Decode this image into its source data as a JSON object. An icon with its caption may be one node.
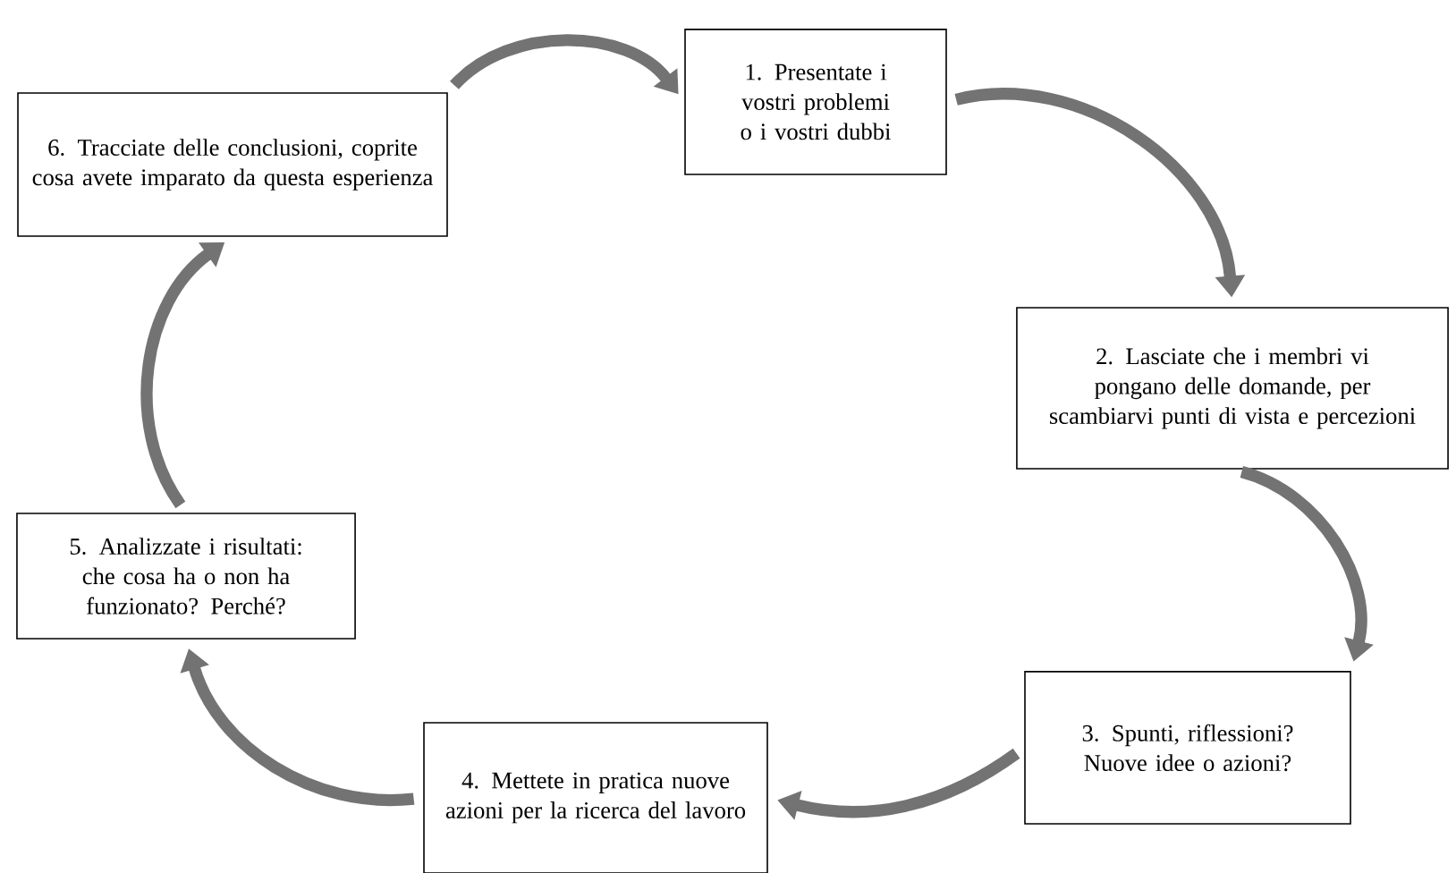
{
  "diagram": {
    "nodes": [
      {
        "text": [
          "1. Presentate i vostri problemi o i vostri dubbi"
        ]
      },
      {
        "text": [
          "2. Lasciate che i membri vi pongano delle domande, per scambiarvi punti di vista e percezioni"
        ]
      },
      {
        "text": [
          "3. Spunti, riflessioni? Nuove idee o azioni?"
        ]
      },
      {
        "text": [
          "4. Mettete in pratica nuove azioni per la ricerca del lavoro"
        ]
      },
      {
        "text": [
          "5. Analizzate i risultati: che cosa ha o non ha funzionato? Perché?"
        ]
      },
      {
        "text": [
          "6. Tracciate delle conclusioni, coprite cosa avete imparato da questa esperienza"
        ]
      }
    ],
    "edges": [
      {
        "from": 5,
        "to": 0,
        "arrow": "to"
      },
      {
        "from": 0,
        "to": 1,
        "arrow": "to"
      },
      {
        "from": 1,
        "to": 2,
        "arrow": "to"
      },
      {
        "from": 2,
        "to": 3,
        "arrow": "to"
      },
      {
        "from": 3,
        "to": 4,
        "arrow": "to"
      },
      {
        "from": 4,
        "to": 5,
        "arrow": "to"
      }
    ]
  }
}
